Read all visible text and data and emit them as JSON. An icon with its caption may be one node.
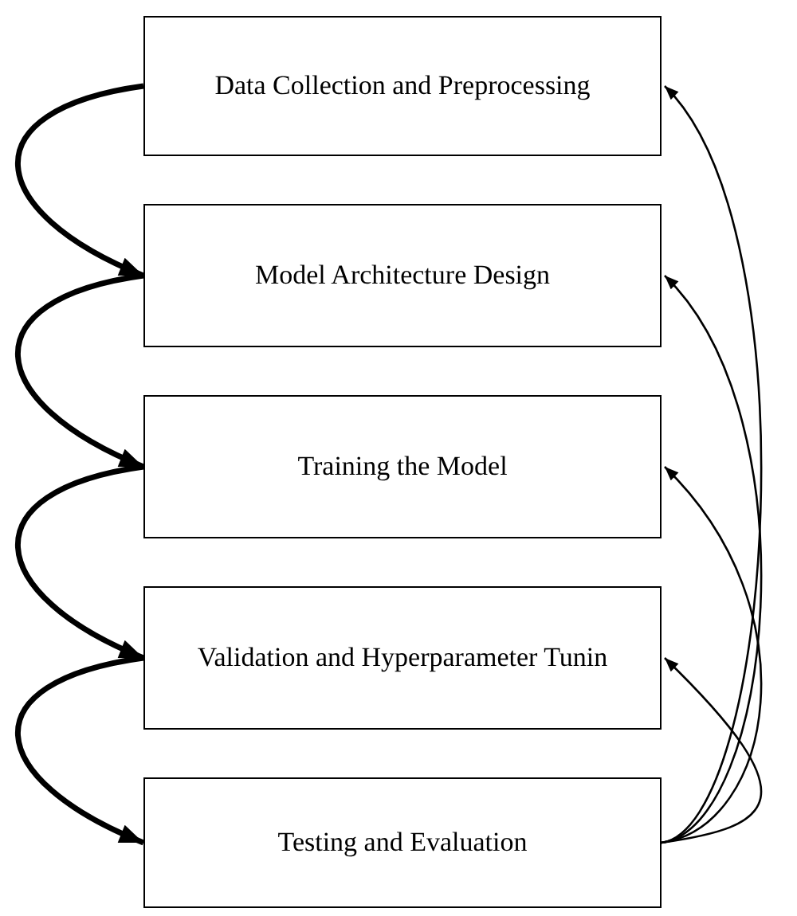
{
  "diagram": {
    "nodes": [
      {
        "text": [
          "Data Collection and Preprocessing"
        ]
      },
      {
        "text": [
          "Model Architecture Design"
        ]
      },
      {
        "text": [
          "Training the Model"
        ]
      },
      {
        "text": [
          "Validation and Hyperparameter Tunin"
        ]
      },
      {
        "text": [
          "Testing and Evaluation"
        ]
      }
    ],
    "edges": [
      {
        "from": 0,
        "to": 1,
        "arrow": "to",
        "style": "thick"
      },
      {
        "from": 1,
        "to": 2,
        "arrow": "to",
        "style": "thick"
      },
      {
        "from": 2,
        "to": 3,
        "arrow": "to",
        "style": "thick"
      },
      {
        "from": 3,
        "to": 4,
        "arrow": "to",
        "style": "thick"
      },
      {
        "from": 4,
        "to": 3,
        "arrow": "to"
      },
      {
        "from": 4,
        "to": 2,
        "arrow": "to"
      },
      {
        "from": 4,
        "to": 1,
        "arrow": "to"
      },
      {
        "from": 4,
        "to": 0,
        "arrow": "to"
      }
    ]
  }
}
